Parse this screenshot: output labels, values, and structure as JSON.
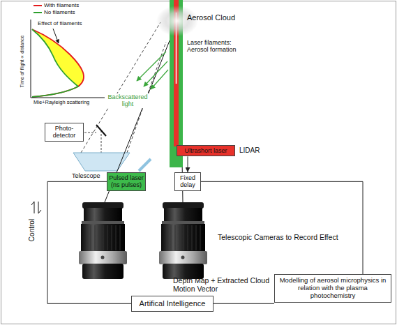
{
  "diagram": {
    "nodes": [
      {
        "text": [
          "Photo-detector"
        ]
      },
      {
        "text": [
          "Ultrashort laser"
        ]
      },
      {
        "text": [
          "Pulsed laser (ns pulses)"
        ]
      },
      {
        "text": [
          "Fixed delay"
        ]
      },
      {
        "text": [
          "Artifical Intelligence"
        ]
      },
      {
        "text": [
          "Modelling of aerosol microphysics in relation with the plasma photochemistry"
        ]
      }
    ],
    "edges": [
      {
        "from": 1,
        "to": 3,
        "arrow": "to"
      },
      {
        "from": 2,
        "to": 4,
        "arrow": "none"
      },
      {
        "from": 4,
        "to": 5,
        "arrow": "none"
      },
      {
        "from": 5,
        "to": 3,
        "arrow": "none"
      }
    ],
    "labels": [
      "Aerosol Cloud",
      "Laser filaments: Aerosol formation",
      "Backscattered light",
      "Telescope",
      "LIDAR",
      "Telescopic Cameras to Record Effect",
      "Depth Map + Extracted Cloud Motion Vector",
      "Control",
      "Effect of filaments",
      "Time of flight ∝ distance",
      "Mie+Rayleigh scattering"
    ],
    "legend": [
      {
        "text": "With filaments"
      },
      {
        "text": "No filaments"
      }
    ]
  }
}
